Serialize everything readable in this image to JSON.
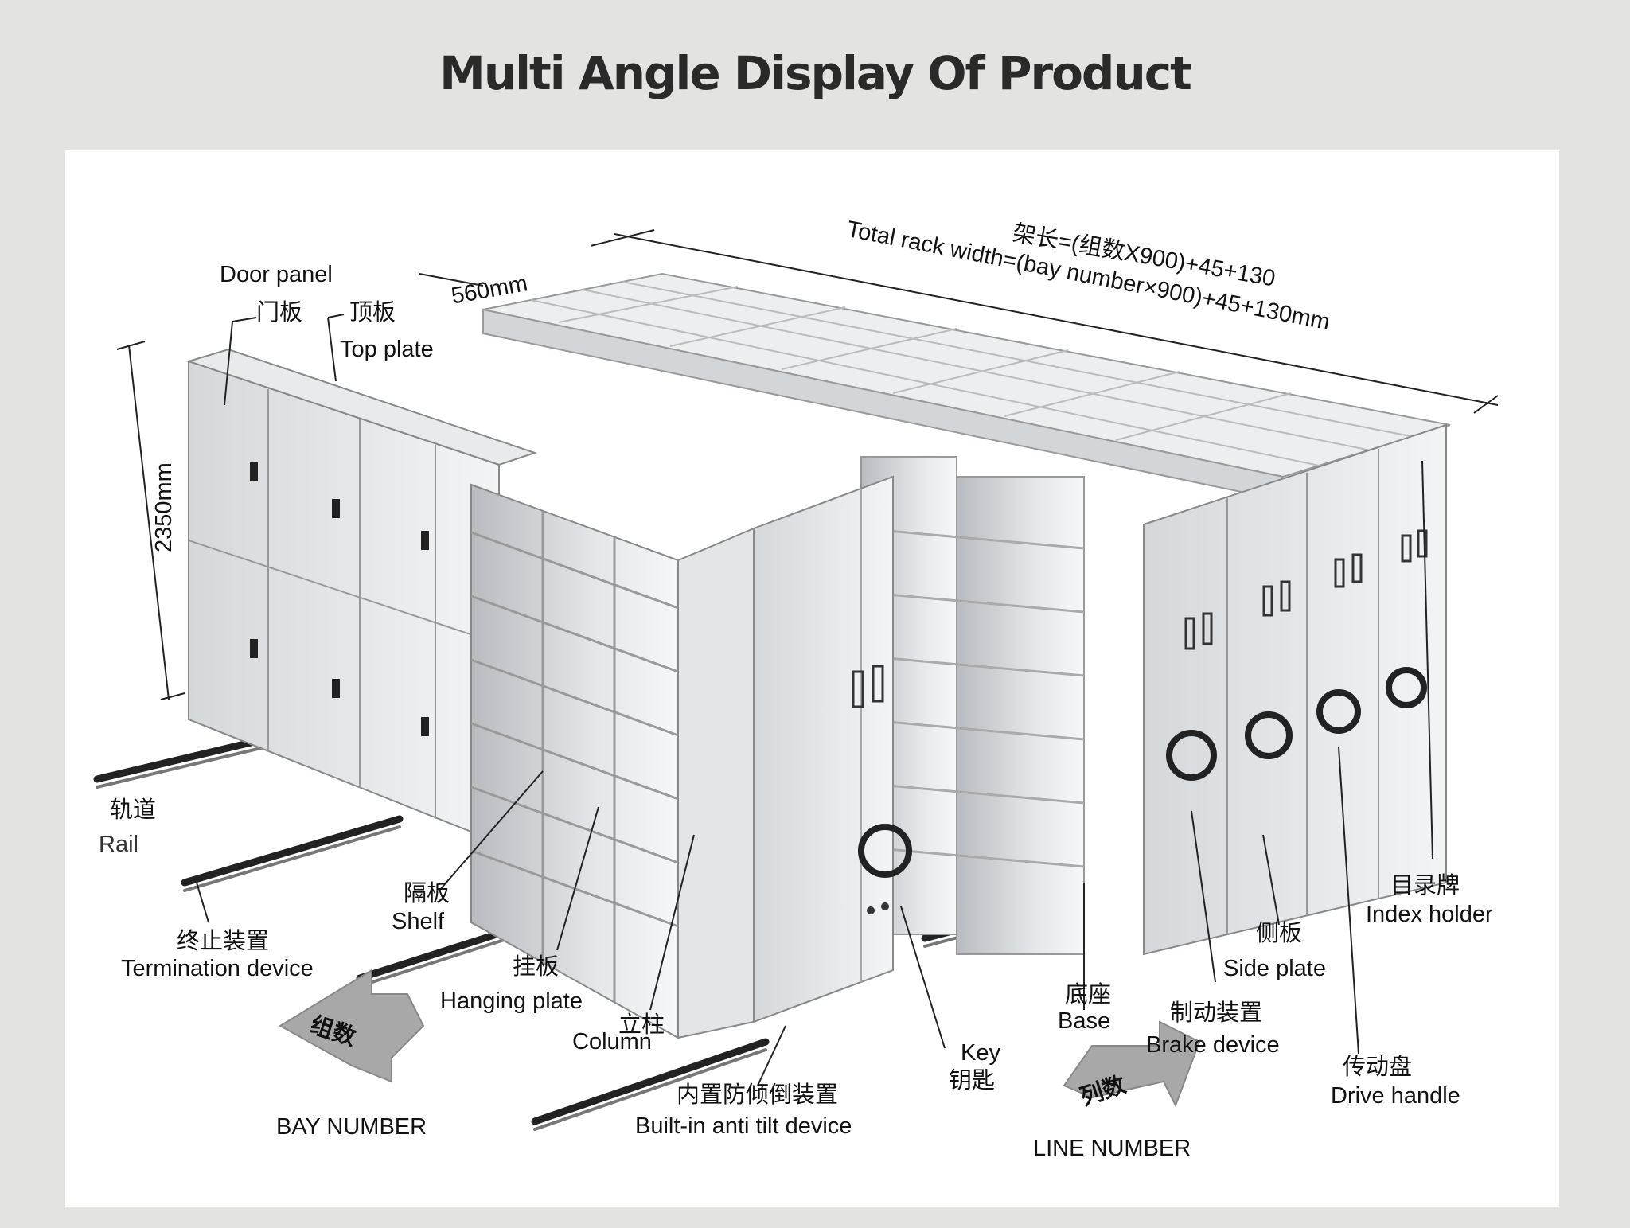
{
  "title": "Multi Angle Display Of Product",
  "labels": {
    "door_panel": "Door panel",
    "door_panel_cn": "门板",
    "top_plate_cn": "顶板",
    "top_plate": "Top plate",
    "depth": "560mm",
    "height": "2350mm",
    "width_formula_cn": "架长=(组数X900)+45+130",
    "width_formula": "Total rack width=(bay number×900)+45+130mm",
    "rail_cn": "轨道",
    "rail": "Rail",
    "termination_cn": "终止装置",
    "termination": "Termination device",
    "shelf_cn": "隔板",
    "shelf": "Shelf",
    "hanging_cn": "挂板",
    "hanging": "Hanging plate",
    "column_cn": "立柱",
    "column": "Column",
    "anti_tilt_cn": "内置防倾倒装置",
    "anti_tilt": "Built-in anti tilt device",
    "key": "Key",
    "key_cn": "钥匙",
    "base_cn": "底座",
    "base": "Base",
    "brake_cn": "制动装置",
    "brake": "Brake device",
    "side_plate_cn": "侧板",
    "side_plate": "Side plate",
    "index_cn": "目录牌",
    "index": "Index holder",
    "drive_cn": "传动盘",
    "drive": "Drive handle",
    "bay_arrow_cn": "组数",
    "bay_number": "BAY NUMBER",
    "line_arrow_cn": "列数",
    "line_number": "LINE NUMBER"
  }
}
